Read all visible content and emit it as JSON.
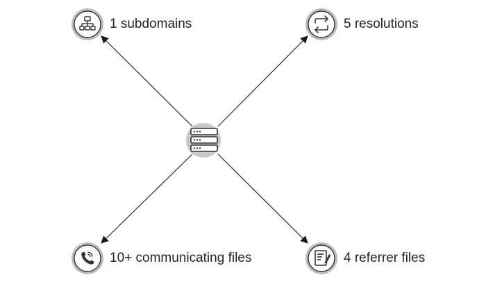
{
  "center": {
    "icon": "server-icon"
  },
  "nodes": {
    "subdomains": {
      "label": "1 subdomains",
      "icon": "sitemap-icon"
    },
    "resolutions": {
      "label": "5 resolutions",
      "icon": "arrows-swap-icon"
    },
    "communicating": {
      "label": "10+ communicating files",
      "icon": "phone-icon"
    },
    "referrer": {
      "label": "4 referrer files",
      "icon": "document-edit-icon"
    }
  },
  "colors": {
    "edge": "#2b2b2b",
    "node_ring": "#bdbdbd",
    "node_inner": "#ffffff",
    "icon": "#333333",
    "center_bg": "#c8c8c8"
  }
}
